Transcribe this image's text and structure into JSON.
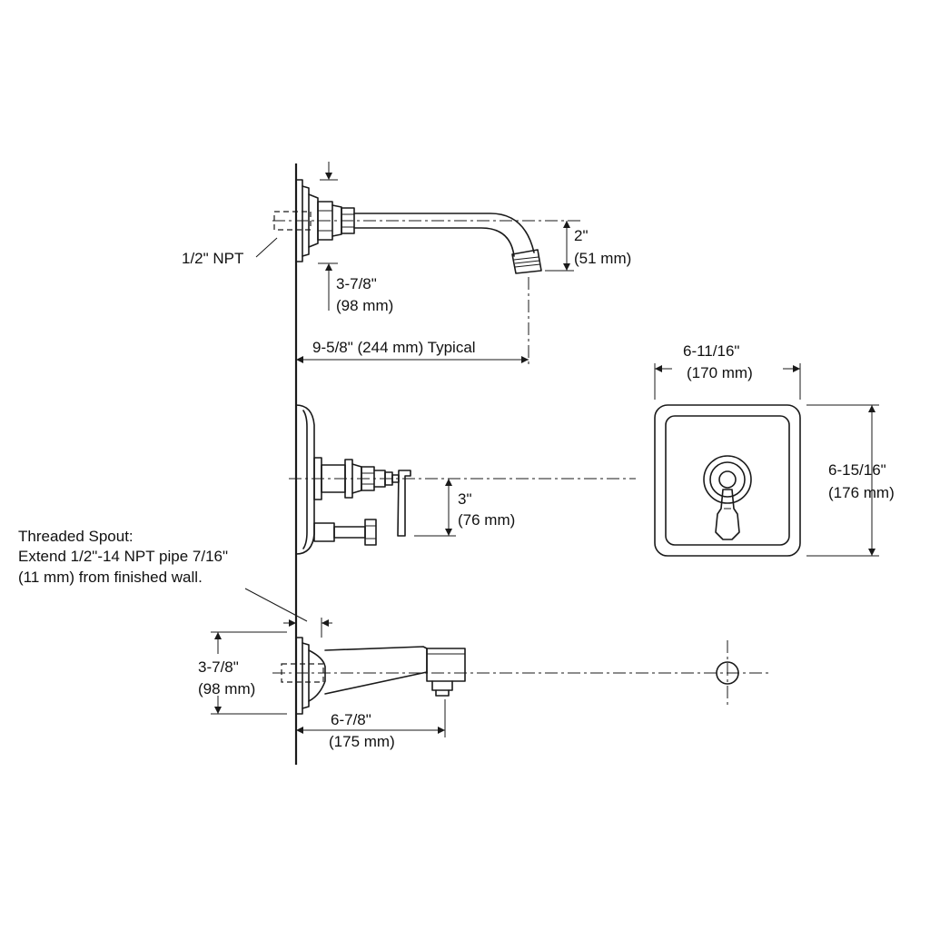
{
  "labels": {
    "npt": "1/2\" NPT",
    "arm_height": "3-7/8\"",
    "arm_height_mm": "(98 mm)",
    "arm_drop": "2\"",
    "arm_drop_mm": "(51 mm)",
    "arm_reach": "9-5/8\" (244 mm) Typical",
    "plate_width": "6-11/16\"",
    "plate_width_mm": "(170 mm)",
    "plate_height": "6-15/16\"",
    "plate_height_mm": "(176 mm)",
    "valve_drop": "3\"",
    "valve_drop_mm": "(76 mm)",
    "spout_note_1": "Threaded Spout:",
    "spout_note_2": "Extend 1/2\"-14 NPT pipe 7/16\"",
    "spout_note_3": "(11 mm) from finished wall.",
    "spout_height": "3-7/8\"",
    "spout_height_mm": "(98 mm)",
    "spout_reach": "6-7/8\"",
    "spout_reach_mm": "(175 mm)"
  }
}
